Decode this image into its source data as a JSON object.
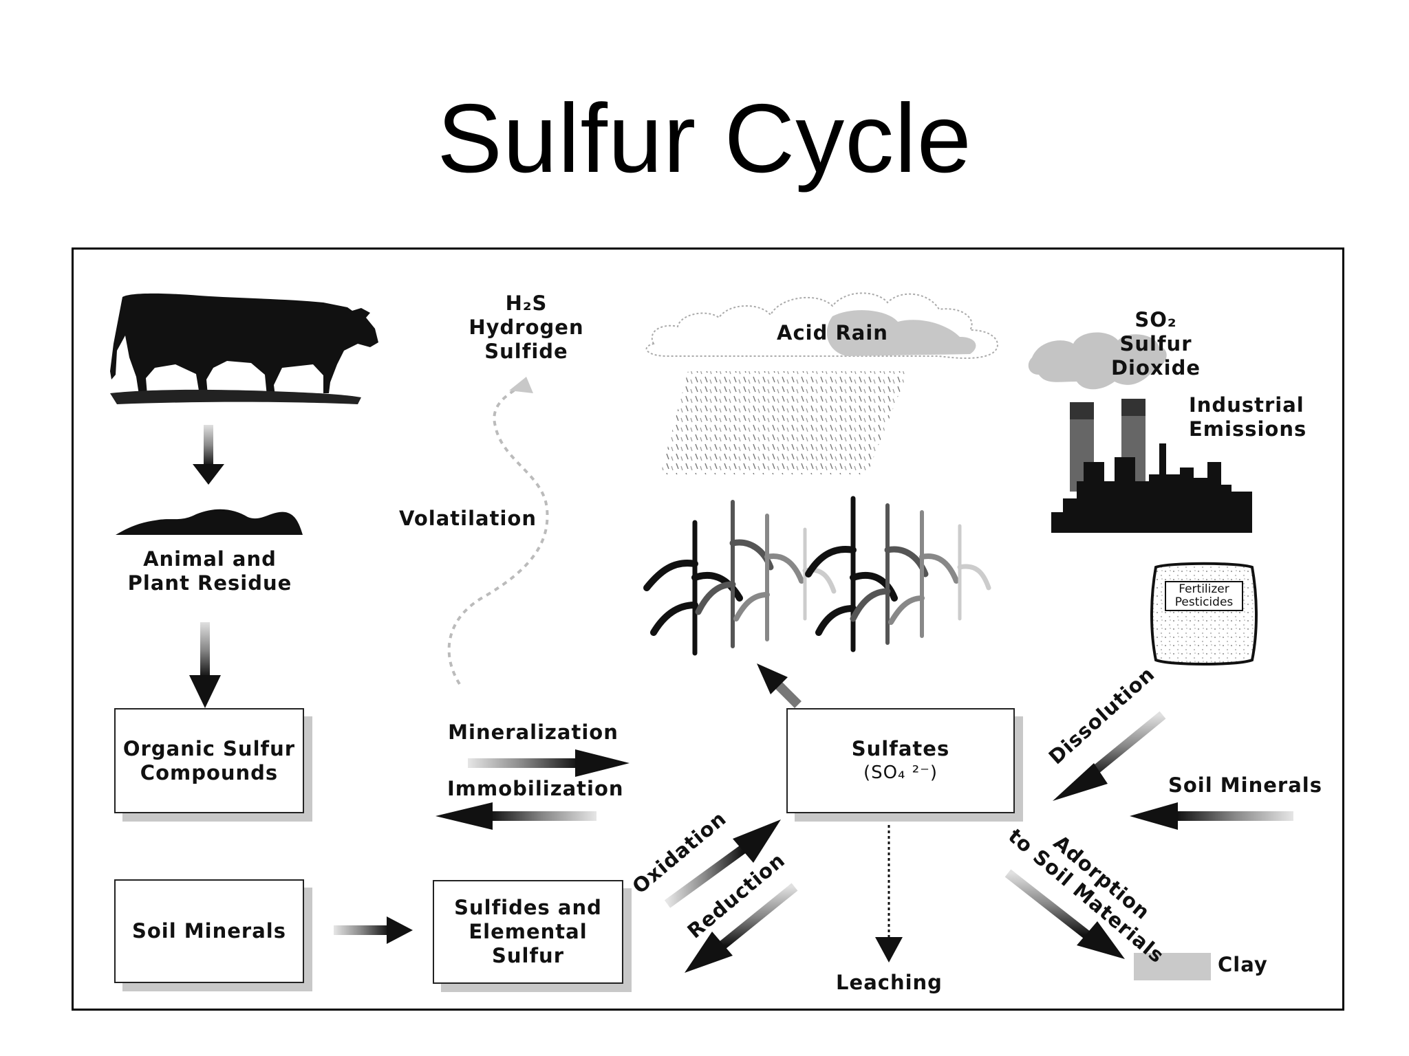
{
  "title": "Sulfur Cycle",
  "labels": {
    "animal_plant_residue": [
      "Animal and",
      "Plant Residue"
    ],
    "h2s": "H₂S",
    "hydrogen_sulfide": [
      "Hydrogen",
      "Sulfide"
    ],
    "volatilation": "Volatilation",
    "acid_rain": "Acid Rain",
    "so2": "SO₂",
    "sulfur_dioxide": [
      "Sulfur",
      "Dioxide"
    ],
    "industrial_emissions": [
      "Industrial",
      "Emissions"
    ],
    "fertilizer": [
      "Fertilizer",
      "Pesticides"
    ],
    "mineralization": "Mineralization",
    "immobilization": "Immobilization",
    "dissolution": "Dissolution",
    "soil_minerals_right": "Soil Minerals",
    "oxidation": "Oxidation",
    "reduction": "Reduction",
    "adsorption": [
      "Adorption",
      "to Soil Materials"
    ],
    "leaching": "Leaching",
    "clay": "Clay"
  },
  "boxes": {
    "organic_sulfur": [
      "Organic Sulfur",
      "Compounds"
    ],
    "sulfates": [
      "Sulfates",
      "(SO₄ ²⁻)"
    ],
    "soil_minerals": "Soil Minerals",
    "sulfides": [
      "Sulfides and",
      "Elemental",
      "Sulfur"
    ]
  },
  "colors": {
    "ink": "#111111",
    "grey_light": "#cfcfcf",
    "grey_mid": "#8a8a8a",
    "shadow": "#c8c8c8"
  }
}
